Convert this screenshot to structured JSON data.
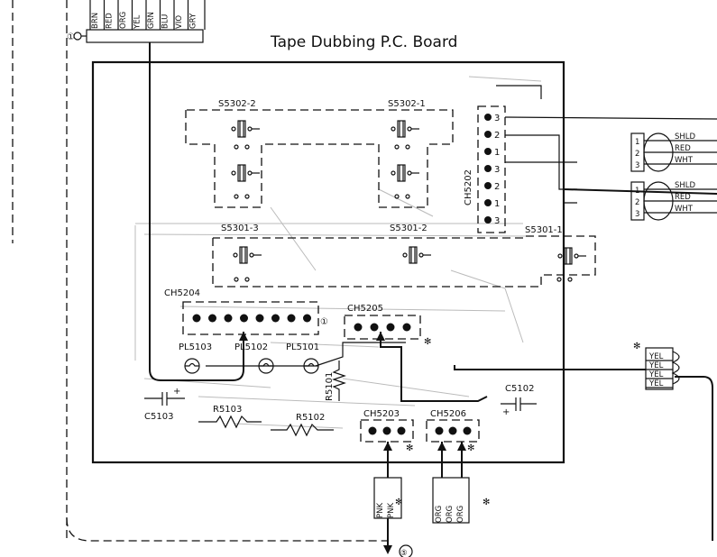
{
  "title": "Tape Dubbing P.C. Board",
  "top_connector": {
    "ref": "①",
    "wires": [
      "BRN",
      "RED",
      "ORG",
      "YEL",
      "GRN",
      "BLU",
      "VIO",
      "GRY"
    ]
  },
  "switches": {
    "s5302_2": "S5302-2",
    "s5302_1": "S5302-1",
    "s5301_3": "S5301-3",
    "s5301_2": "S5301-2",
    "s5301_1": "S5301-1"
  },
  "ch5202": {
    "label": "CH5202",
    "pins": [
      "3",
      "2",
      "1",
      "3",
      "2",
      "1",
      "3"
    ]
  },
  "jack1": {
    "pins": [
      "1",
      "2",
      "3"
    ],
    "wires": [
      "SHLD",
      "RED",
      "WHT"
    ]
  },
  "jack2": {
    "pins": [
      "1",
      "2",
      "3"
    ],
    "wires": [
      "SHLD",
      "RED",
      "WHT"
    ]
  },
  "ch5204": {
    "label": "CH5204",
    "marker": "①"
  },
  "ch5205": {
    "label": "CH5205"
  },
  "ch5203": {
    "label": "CH5203"
  },
  "ch5206": {
    "label": "CH5206"
  },
  "lamps": [
    "PL5103",
    "PL5102",
    "PL5101"
  ],
  "resistors": {
    "r5101": "R5101",
    "r5102": "R5102",
    "r5103": "R5103"
  },
  "capacitors": {
    "c5102": "C5102",
    "c5103": "C5103",
    "plus": "+"
  },
  "right_connector": {
    "star": "✻",
    "wires": [
      "YEL",
      "YEL",
      "YEL",
      "YEL"
    ]
  },
  "bottom_left_connector": {
    "wires": [
      "PNK",
      "PNK"
    ],
    "star": "✻"
  },
  "bottom_right_connector": {
    "wires": [
      "ORG",
      "ORG",
      "ORG"
    ],
    "star": "✻"
  },
  "bottom_ref": "⑤",
  "star": "✻"
}
